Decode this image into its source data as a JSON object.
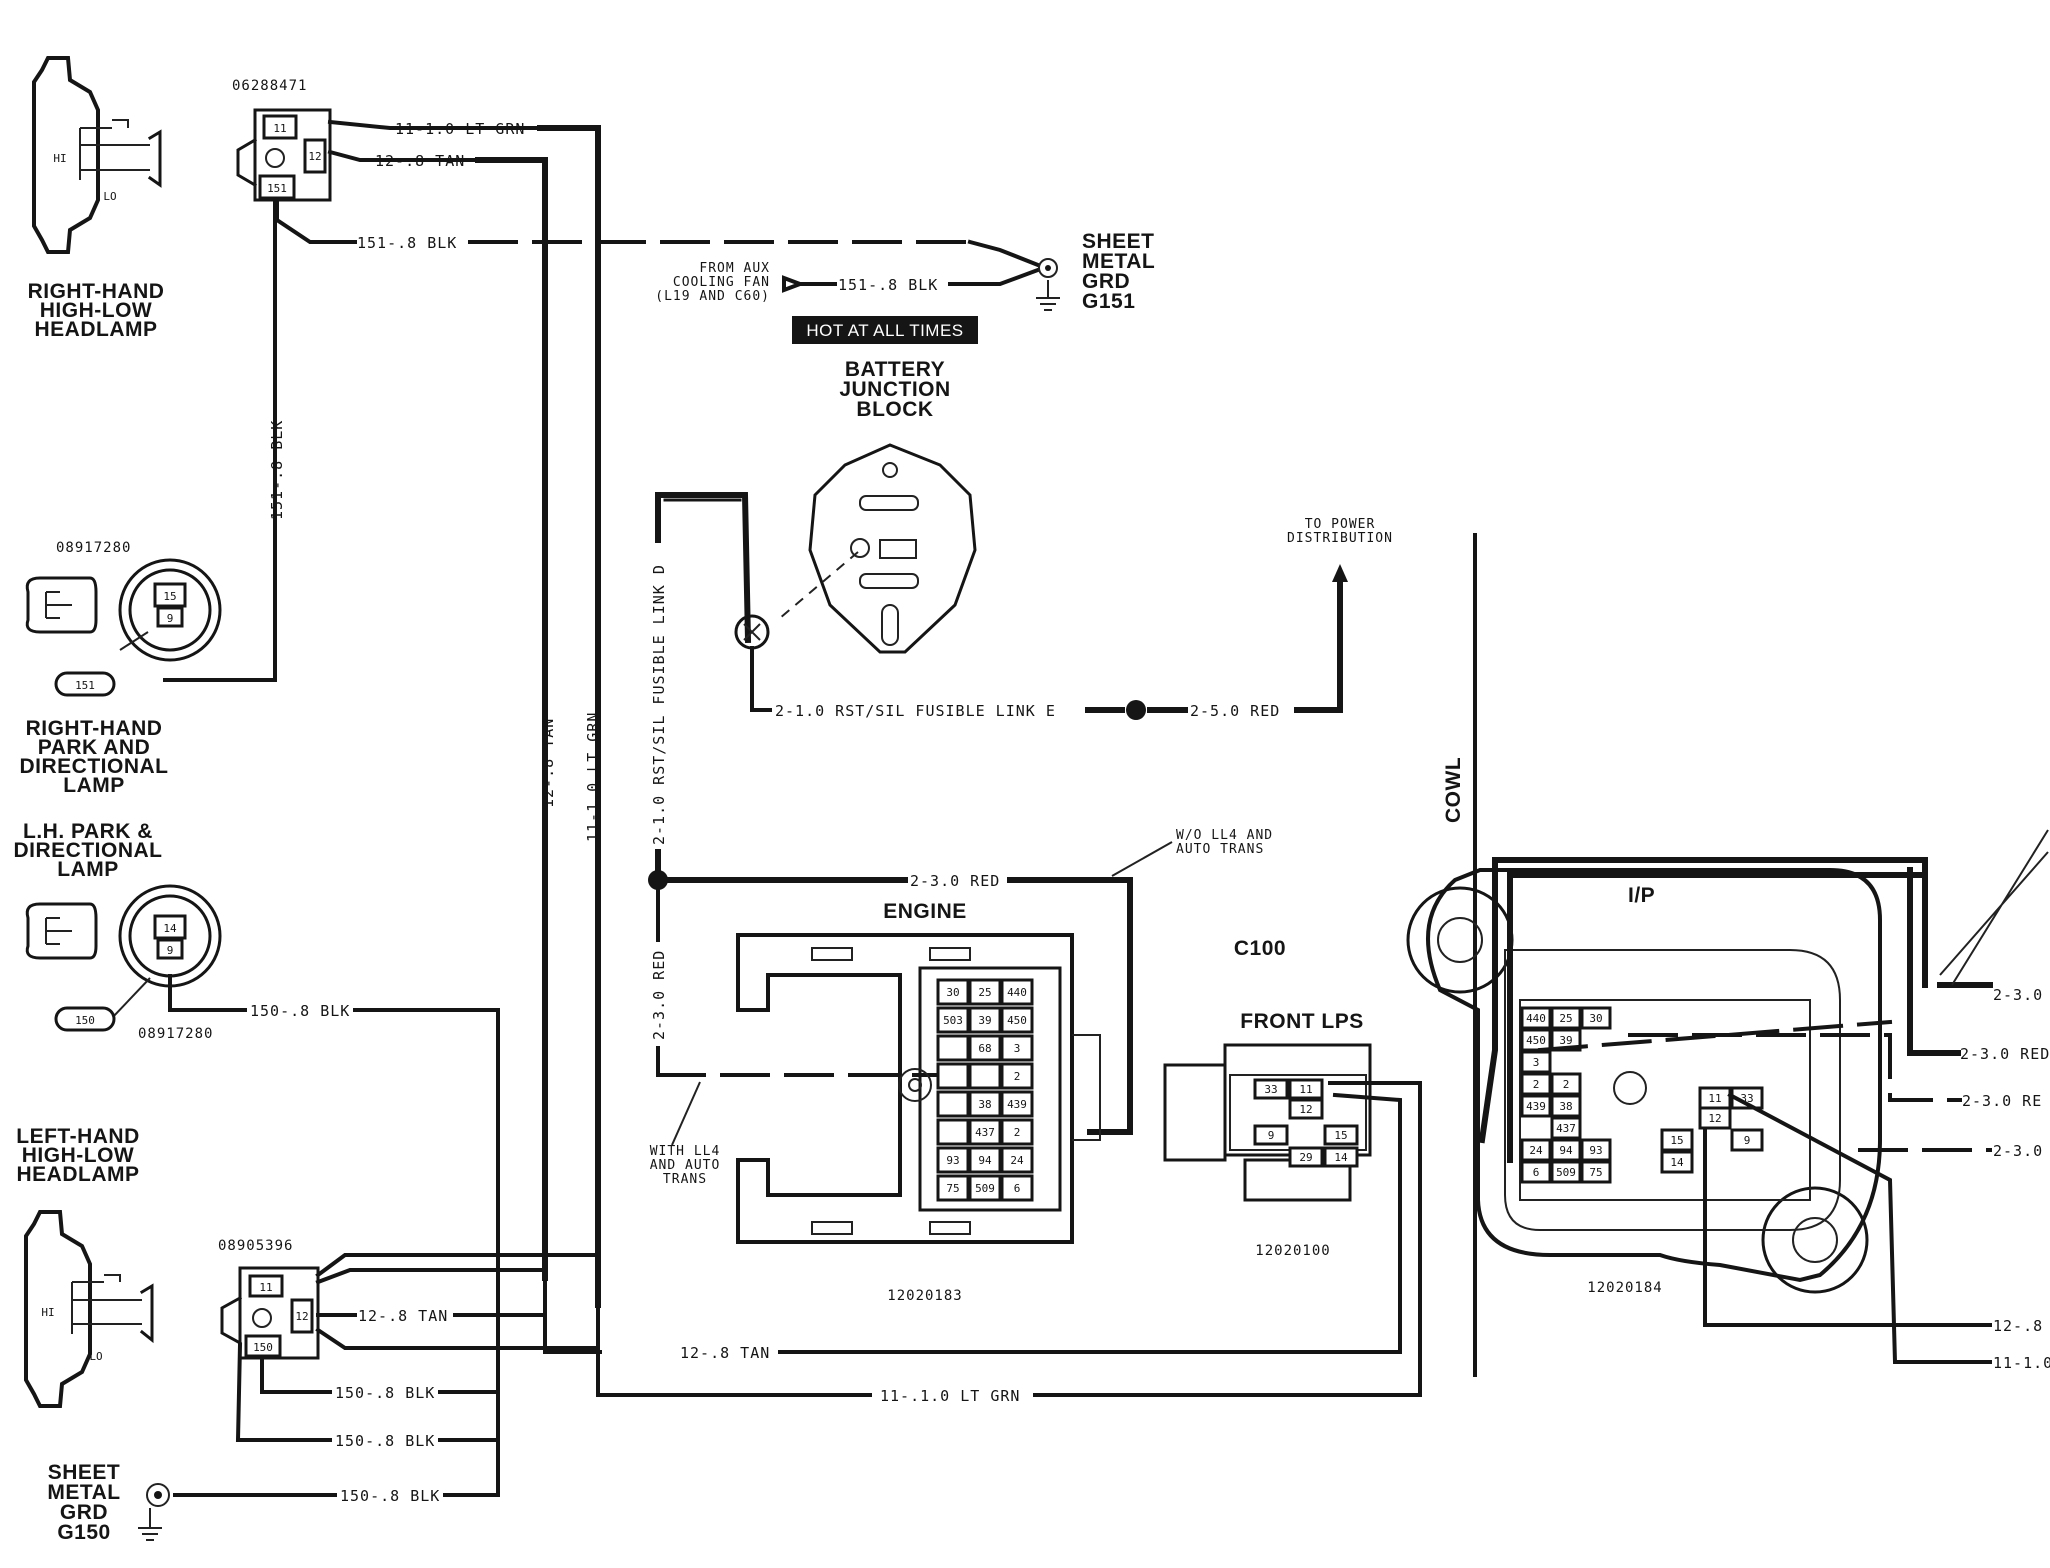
{
  "headlamp_rh": {
    "title_lines": [
      "RIGHT-HAND",
      "HIGH-LOW",
      "HEADLAMP"
    ],
    "connector_pn": "06288471",
    "hi": "HI",
    "lo": "LO",
    "pins": [
      "11",
      "12",
      "151"
    ]
  },
  "headlamp_lh": {
    "title_lines": [
      "LEFT-HAND",
      "HIGH-LOW",
      "HEADLAMP"
    ],
    "connector_pn": "08905396",
    "hi": "HI",
    "lo": "LO",
    "pins": [
      "11",
      "12",
      "150"
    ]
  },
  "park_rh": {
    "title_lines": [
      "RIGHT-HAND",
      "PARK AND",
      "DIRECTIONAL",
      "LAMP"
    ],
    "connector_pn": "08917280",
    "pins": [
      "15",
      "9"
    ],
    "callout": "151"
  },
  "park_lh": {
    "title_lines": [
      "L.H. PARK &",
      "DIRECTIONAL",
      "LAMP"
    ],
    "connector_pn": "08917280",
    "pins": [
      "14",
      "9"
    ],
    "callout": "150"
  },
  "wires": {
    "rh_lt_grn": "11-1.0 LT GRN",
    "rh_tan": "12-.8 TAN",
    "rh_blk": "151-.8 BLK",
    "aux_blk": "151-.8 BLK",
    "rh_vert_blk": "151-.8 BLK",
    "tan_vert": "12-.8 TAN",
    "grn_vert": "11-1.0 LT GRN",
    "fuse_d": "2-1.0 RST/SIL FUSIBLE LINK D",
    "fuse_e": "2-1.0 RST/SIL FUSIBLE LINK E",
    "red_5": "2-5.0 RED",
    "red_3_top": "2-3.0 RED",
    "red_3_vert": "2-3.0 RED",
    "lh_park_blk": "150-.8 BLK",
    "lh_tan": "12-.8 TAN",
    "lh_blk1": "150-.8 BLK",
    "lh_blk2": "150-.8 BLK",
    "lh_blk3": "150-.8 BLK",
    "bottom_tan": "12-.8 TAN",
    "bottom_grn": "11-.1.0 LT GRN",
    "ip_red_1": "2-3.0",
    "ip_red_2": "2-3.0 RED",
    "ip_red_3": "2-3.0 RE",
    "ip_red_4": "2-3.0",
    "ip_tan": "12-.8",
    "ip_grn": "11-1.0"
  },
  "from_aux": [
    "FROM AUX",
    "COOLING FAN",
    "(L19 AND C60)"
  ],
  "ground_rh": [
    "SHEET",
    "METAL",
    "GRD",
    "G151"
  ],
  "ground_lh": [
    "SHEET",
    "METAL",
    "GRD",
    "G150"
  ],
  "hot_badge": "HOT AT ALL TIMES",
  "battery_block": [
    "BATTERY",
    "JUNCTION",
    "BLOCK"
  ],
  "to_power": [
    "TO POWER",
    "DISTRIBUTION"
  ],
  "wo_ll4": [
    "W/O LL4 AND",
    "AUTO TRANS"
  ],
  "with_ll4": [
    "WITH LL4",
    "AND AUTO",
    "TRANS"
  ],
  "engine": {
    "title": "ENGINE",
    "pn": "12020183",
    "cells": [
      [
        "30",
        "25",
        "440"
      ],
      [
        "503",
        "39",
        "450"
      ],
      [
        "",
        "68",
        "3"
      ],
      [
        "",
        "",
        "2"
      ],
      [
        "",
        "38",
        "439"
      ],
      [
        "",
        "437",
        "2"
      ],
      [
        "93",
        "94",
        "24"
      ],
      [
        "75",
        "509",
        "6"
      ]
    ]
  },
  "c100": "C100",
  "front_lps": {
    "title": "FRONT LPS",
    "pn": "12020100",
    "cells": [
      "33",
      "11",
      "12",
      "9",
      "15",
      "29",
      "14"
    ]
  },
  "ip": {
    "title": "I/P",
    "pn": "12020184",
    "cells": [
      "440",
      "25",
      "30",
      "450",
      "39",
      "3",
      "2",
      "439",
      "38",
      "2",
      "437",
      "24",
      "94",
      "93",
      "6",
      "509",
      "75"
    ],
    "right_cells": [
      "11",
      "33",
      "12",
      "15",
      "9",
      "14"
    ]
  },
  "cowl": "COWL"
}
